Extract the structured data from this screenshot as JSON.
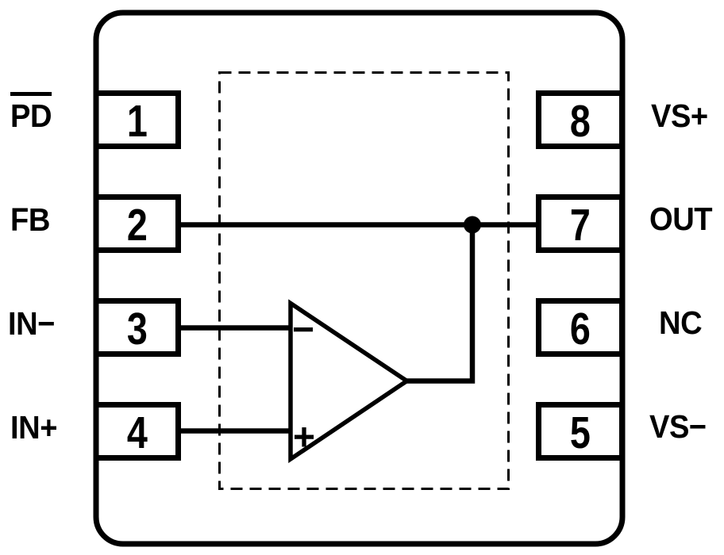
{
  "colors": {
    "ink": "#000000",
    "background": "#ffffff"
  },
  "pins": {
    "left": [
      {
        "number": "1",
        "label": "PD",
        "overline": true
      },
      {
        "number": "2",
        "label": "FB",
        "overline": false
      },
      {
        "number": "3",
        "label": "IN−",
        "overline": false
      },
      {
        "number": "4",
        "label": "IN+",
        "overline": false
      }
    ],
    "right": [
      {
        "number": "8",
        "label": "VS+",
        "overline": false
      },
      {
        "number": "7",
        "label": "OUT",
        "overline": false
      },
      {
        "number": "6",
        "label": "NC",
        "overline": false
      },
      {
        "number": "5",
        "label": "VS−",
        "overline": false
      }
    ]
  },
  "opamp": {
    "inverting_input_symbol": "−",
    "noninverting_input_symbol": "+"
  }
}
